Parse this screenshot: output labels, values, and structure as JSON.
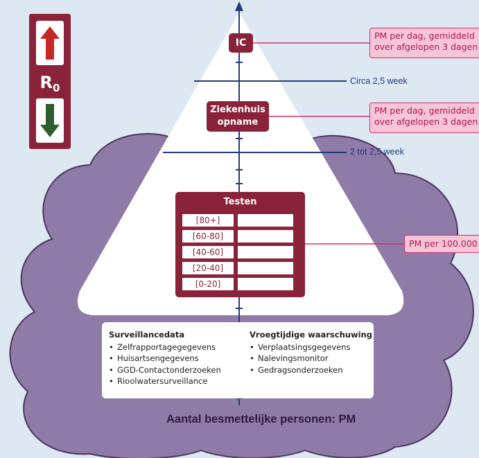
{
  "r0": {
    "label": "R",
    "subscript": "0",
    "up_color": "#c62828",
    "down_color": "#2e5e2e",
    "panel_color": "#8a2339"
  },
  "pyramid": {
    "ic_label": "IC",
    "ziekenhuis_line1": "Ziekenhuis",
    "ziekenhuis_line2": "opname",
    "week_1": "Circa 2,5 week",
    "week_2": "2 tot 2,5 week"
  },
  "callouts": {
    "ic_line1": "PM per dag, gemiddeld",
    "ic_line2": "over afgelopen 3 dagen",
    "zh_line1": "PM per dag, gemiddeld",
    "zh_line2": "over afgelopen 3 dagen",
    "tests": "PM per 100.000"
  },
  "tests": {
    "header": "Testen",
    "rows": [
      "[80+]",
      "[60-80]",
      "[40-60]",
      "[20-40]",
      "[0-20]"
    ]
  },
  "info": {
    "left_title": "Surveillancedata",
    "left_items": [
      "Zelfrapportagegegevens",
      "Huisartsengegevens",
      "GGD-Contactonderzoeken",
      "Rioolwatersurveillance"
    ],
    "right_title": "Vroegtijdige waarschuwing",
    "right_items": [
      "Verplaatsingsgegevens",
      "Nalevingsmonitor",
      "Gedragsonderzoeken"
    ]
  },
  "bottom_title": "Aantal besmettelijke personen: PM",
  "colors": {
    "maroon": "#8a2339",
    "cloud": "#8f7ba8",
    "pink": "#f6c6d8",
    "navy": "#223a7a"
  }
}
